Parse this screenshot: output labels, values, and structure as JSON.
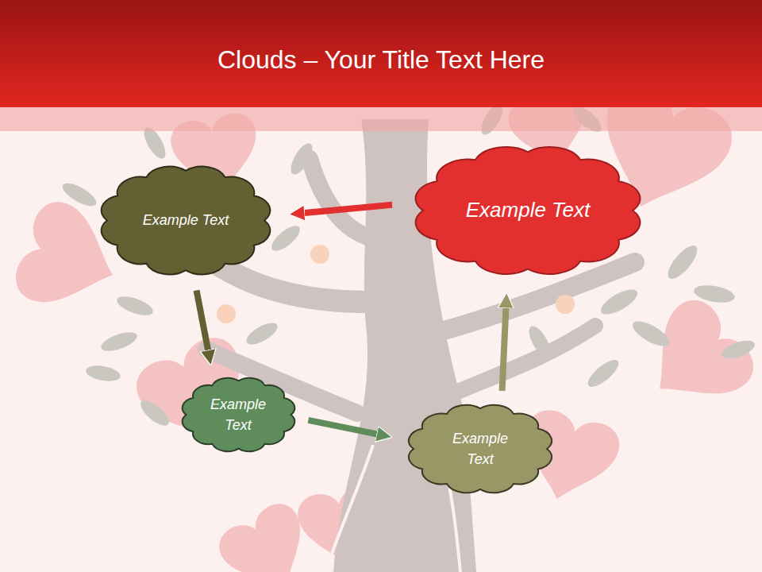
{
  "diagram": {
    "title": "Clouds – Your Title Text Here",
    "nodes": [
      {
        "text": [
          "Example Text"
        ]
      },
      {
        "text": [
          "Example Text"
        ]
      },
      {
        "text": [
          "Example Text"
        ]
      },
      {
        "text": [
          "Example Text"
        ]
      }
    ],
    "edges": [
      {
        "from": 1,
        "to": 0,
        "arrow": "to"
      },
      {
        "from": 0,
        "to": 2,
        "arrow": "to"
      },
      {
        "from": 2,
        "to": 3,
        "arrow": "to"
      },
      {
        "from": 3,
        "to": 1,
        "arrow": "to"
      }
    ]
  }
}
